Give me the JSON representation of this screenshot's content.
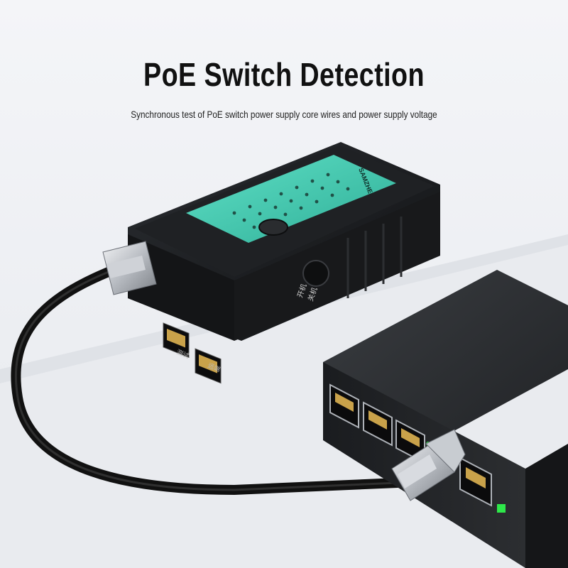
{
  "header": {
    "title": "PoE Switch Detection",
    "subtitle": "Synchronous test of PoE switch power supply core wires and power supply voltage"
  },
  "colors": {
    "panel_teal": "#3ec9b0",
    "device_black": "#1b1d20",
    "switch_body": "#2a2c2f",
    "link_led": "#2ee84a"
  },
  "tester": {
    "brand_label": "SAMZHE",
    "button_label_1": "开机",
    "button_label_2": "关机",
    "port_label_1": "测试",
    "port_label_2": "远端"
  }
}
